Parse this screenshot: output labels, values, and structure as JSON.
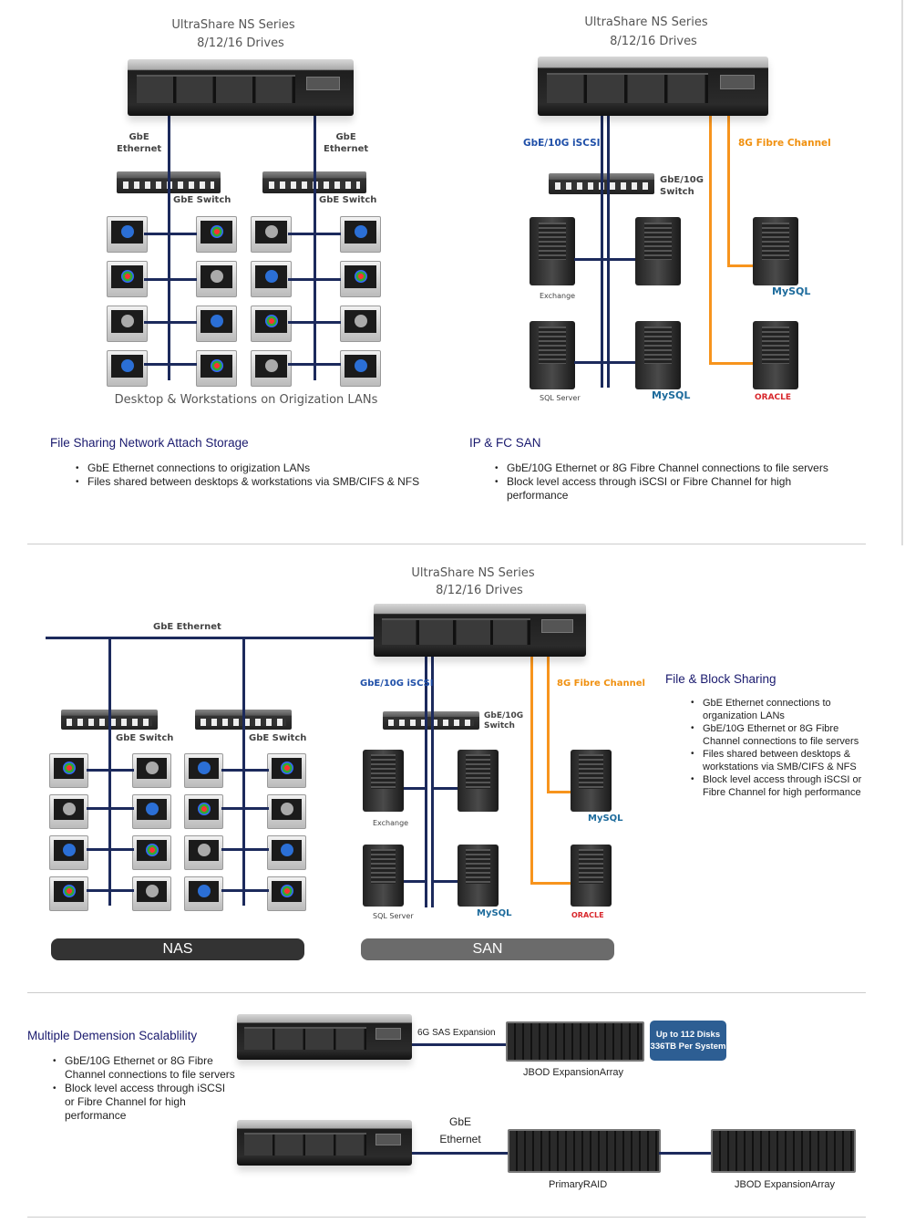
{
  "nas_diagram": {
    "title": "UltraShare NS Series",
    "subtitle": "8/12/16 Drives",
    "link_left": "GbE\nEthernet",
    "link_right": "GbE\nEthernet",
    "switch_label": "GbE Switch",
    "caption": "Desktop & Workstations on Origization LANs"
  },
  "san_diagram": {
    "title": "UltraShare NS Series",
    "subtitle": "8/12/16 Drives",
    "iscsi_label": "GbE/10G iSCSI",
    "fc_label": "8G Fibre Channel",
    "switch_label": "GbE/10G\nSwitch",
    "servers": [
      "Exchange",
      "SQL Server",
      "MySQL",
      "MySQL",
      "ORACLE"
    ]
  },
  "nas_text": {
    "heading": "File Sharing Network Attach Storage",
    "bullets": [
      "GbE Ethernet connections to origization LANs",
      "Files shared between desktops & workstations via SMB/CIFS & NFS"
    ]
  },
  "san_text": {
    "heading": "IP & FC SAN",
    "bullets": [
      "GbE/10G Ethernet or 8G Fibre Channel connections to file servers",
      "Block level access through iSCSI or Fibre Channel for high performance"
    ]
  },
  "unified_diagram": {
    "title": "UltraShare NS Series",
    "subtitle": "8/12/16 Drives",
    "ethernet_label": "GbE Ethernet",
    "switch_label": "GbE Switch",
    "iscsi_label": "GbE/10G iSCSI",
    "fc_label": "8G Fibre Channel",
    "san_switch_label": "GbE/10G\nSwitch",
    "servers": [
      "Exchange",
      "SQL Server",
      "MySQL",
      "MySQL",
      "ORACLE"
    ],
    "nas_tag": "NAS",
    "san_tag": "SAN"
  },
  "unified_text": {
    "heading": "File & Block Sharing",
    "bullets": [
      "GbE Ethernet connections to organization LANs",
      "GbE/10G Ethernet or 8G Fibre Channel connections to file servers",
      "Files shared between desktops & workstations via SMB/CIFS & NFS",
      "Block level access through iSCSI or Fibre Channel for high performance"
    ]
  },
  "scalability": {
    "heading": "Multiple Demension Scalablility",
    "bullets": [
      "GbE/10G Ethernet or 8G Fibre Channel connections to file servers",
      "Block level access through iSCSI or Fibre Channel for high performance"
    ],
    "sas_label": "6G SAS Expansion",
    "jbod_label": "JBOD ExpansionArray",
    "capacity_line1": "Up to 112 Disks",
    "capacity_line2": "336TB Per System",
    "ethernet_label": "GbE\nEthernet",
    "primary_label": "PrimaryRAID",
    "jbod2_label": "JBOD ExpansionArray"
  },
  "colors": {
    "navy": "#1c2a5c",
    "fibre": "#f7941d",
    "heading": "#1a1a6e",
    "capacity_box": "#2d5e93"
  }
}
